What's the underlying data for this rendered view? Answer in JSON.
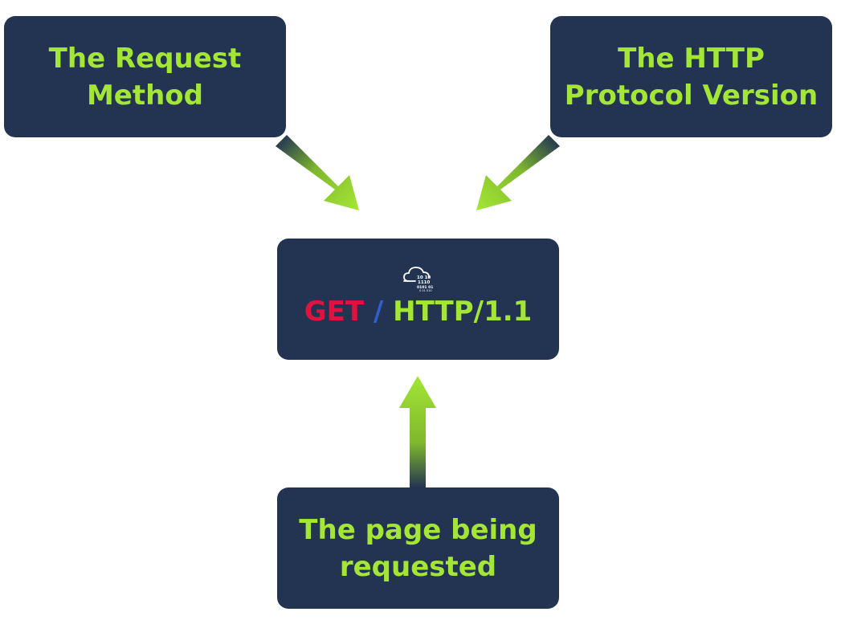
{
  "labels": {
    "request_method": "The Request\nMethod",
    "protocol_version": "The HTTP\nProtocol Version",
    "page_requested": "The page being\nrequested"
  },
  "request_line": {
    "method": "GET",
    "separator": " / ",
    "version": "HTTP/1.1"
  },
  "icon": "cloud-binary-icon",
  "colors": {
    "box": "#233452",
    "label": "#a3e635",
    "method": "#e1123f",
    "separator": "#2f5fc8",
    "arrow": "#a3e635"
  }
}
